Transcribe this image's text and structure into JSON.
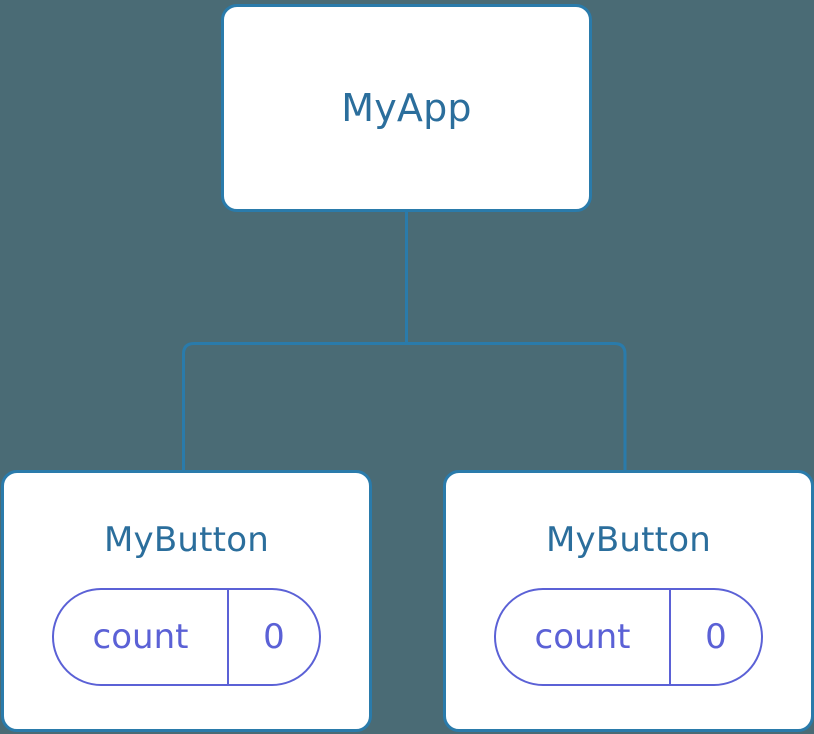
{
  "diagram": {
    "type": "component-tree",
    "background_color": "#4a6b75",
    "node_border_color": "#2a7bab",
    "node_fill_color": "#ffffff",
    "title_color": "#2b6e9c",
    "state_color": "#5b61d6",
    "connector_color": "#2a7bab",
    "root": {
      "title": "MyApp"
    },
    "children": [
      {
        "title": "MyButton",
        "state": {
          "key": "count",
          "value": "0"
        }
      },
      {
        "title": "MyButton",
        "state": {
          "key": "count",
          "value": "0"
        }
      }
    ]
  }
}
